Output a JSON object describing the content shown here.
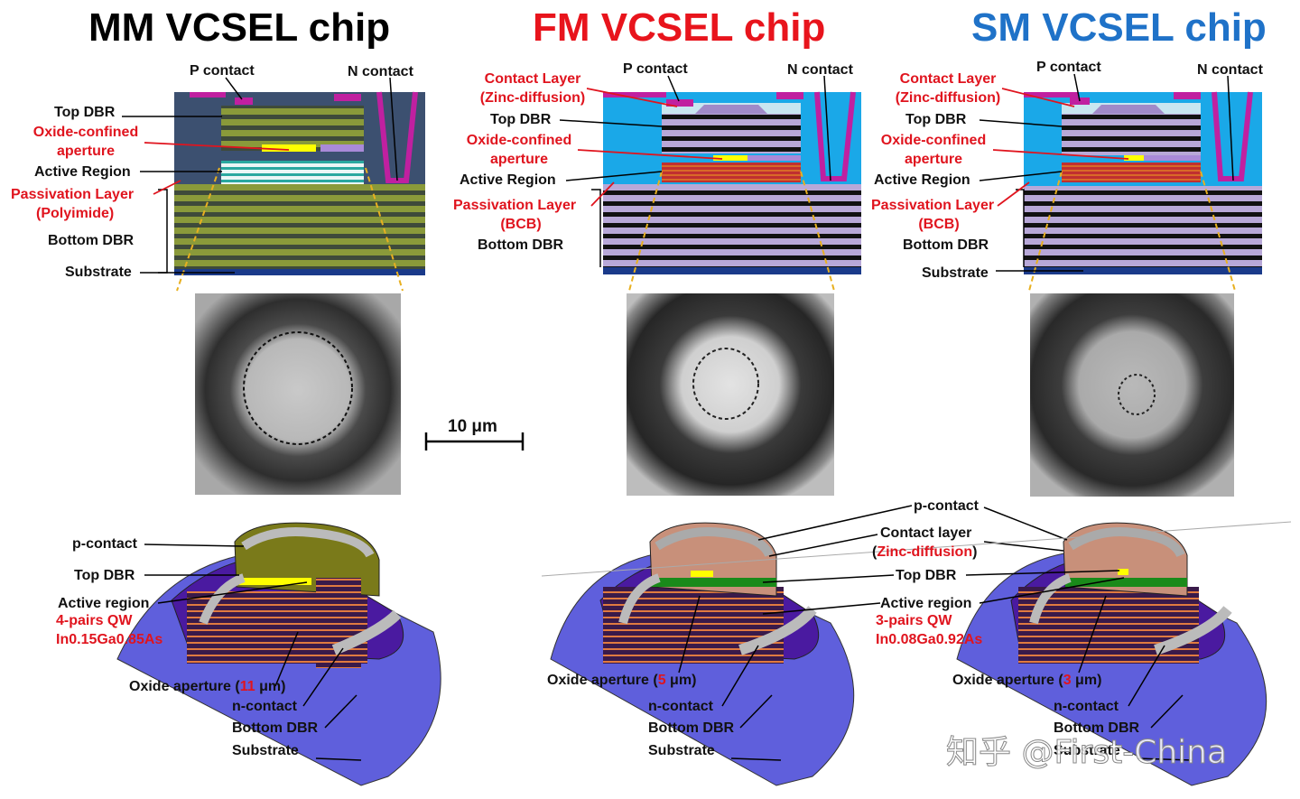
{
  "titles": {
    "mm": {
      "text": "MM VCSEL chip",
      "color": "#000000"
    },
    "fm": {
      "text": "FM VCSEL chip",
      "color": "#e8141c"
    },
    "sm": {
      "text": "SM VCSEL chip",
      "color": "#1f72c8"
    }
  },
  "mm_labels": {
    "p_contact": "P contact",
    "n_contact": "N contact",
    "top_dbr": "Top DBR",
    "oxide": "Oxide-confined",
    "aperture": "aperture",
    "active": "Active Region",
    "passivation": "Passivation Layer",
    "polyimide": "(Polyimide)",
    "bottom_dbr": "Bottom DBR",
    "substrate": "Substrate"
  },
  "fm_labels": {
    "p_contact": "P contact",
    "n_contact": "N contact",
    "contact_layer": "Contact Layer",
    "zinc": "(Zinc-diffusion)",
    "top_dbr": "Top DBR",
    "oxide": "Oxide-confined",
    "aperture": "aperture",
    "active": "Active Region",
    "passivation": "Passivation Layer",
    "bcb": "(BCB)",
    "bottom_dbr": "Bottom DBR"
  },
  "sm_labels": {
    "p_contact": "P contact",
    "n_contact": "N contact",
    "contact_layer": "Contact Layer",
    "zinc": "(Zinc-diffusion)",
    "top_dbr": "Top DBR",
    "oxide": "Oxide-confined",
    "aperture": "aperture",
    "active": "Active Region",
    "passivation": "Passivation Layer",
    "bcb": "(BCB)",
    "bottom_dbr": "Bottom DBR",
    "substrate": "Substrate"
  },
  "scale_bar": {
    "label": "10 μm"
  },
  "bottom_mm": {
    "p_contact": "p-contact",
    "top_dbr": "Top DBR",
    "active": "Active region",
    "qw": "4-pairs QW",
    "material": "In0.15Ga0.85As",
    "oxide_prefix": "Oxide aperture (",
    "oxide_value": "11",
    "oxide_suffix": " μm)",
    "n_contact": "n-contact",
    "bottom_dbr": "Bottom DBR",
    "substrate": "Substrate"
  },
  "bottom_fm": {
    "oxide_prefix": "Oxide aperture (",
    "oxide_value": "5",
    "oxide_suffix": " μm)",
    "n_contact": "n-contact",
    "bottom_dbr": "Bottom DBR",
    "substrate": "Substrate"
  },
  "bottom_shared": {
    "p_contact": "p-contact",
    "contact_layer": "Contact layer",
    "zinc_open": "(",
    "zinc": "Zinc-diffusion",
    "zinc_close": ")",
    "top_dbr": "Top DBR",
    "active": "Active region",
    "qw": "3-pairs QW",
    "material": "In0.08Ga0.92As"
  },
  "bottom_sm": {
    "oxide_prefix": "Oxide aperture (",
    "oxide_value": "3",
    "oxide_suffix": " μm)",
    "n_contact": "n-contact",
    "bottom_dbr": "Bottom DBR",
    "substrate": "Substrate"
  },
  "watermark": "知乎 @First-China"
}
